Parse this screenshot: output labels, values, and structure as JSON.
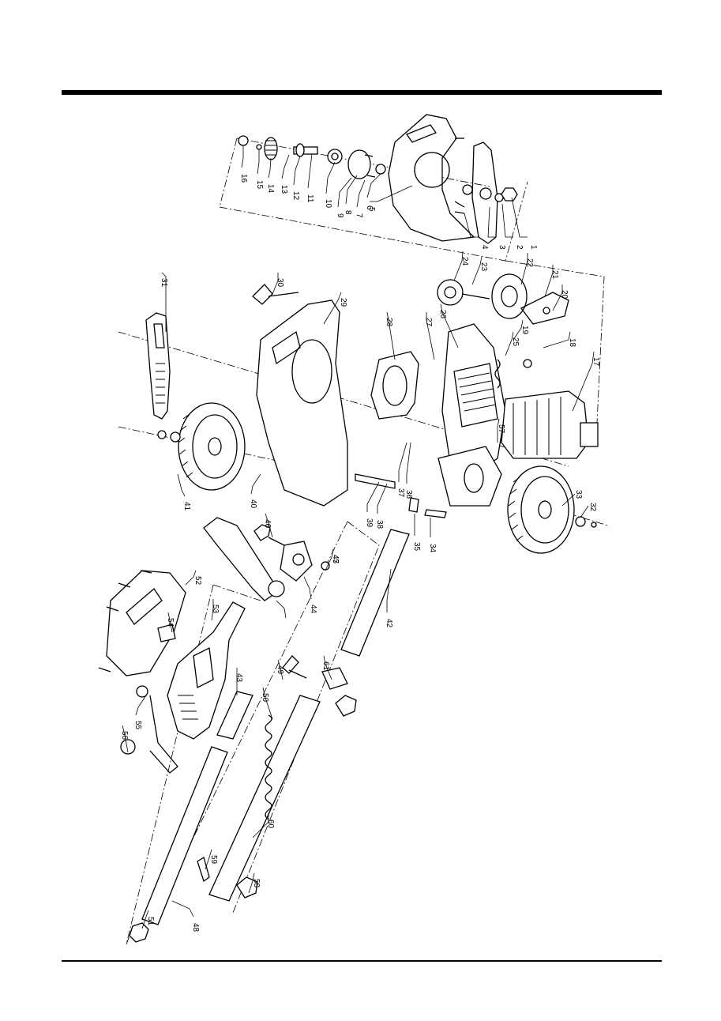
{
  "callouts": [
    {
      "id": "c1",
      "text": "1"
    },
    {
      "id": "c2",
      "text": "2"
    },
    {
      "id": "c3",
      "text": "3"
    },
    {
      "id": "c4",
      "text": "4"
    },
    {
      "id": "c5",
      "text": "5"
    },
    {
      "id": "c6",
      "text": "6"
    },
    {
      "id": "c7",
      "text": "7"
    },
    {
      "id": "c8",
      "text": "8"
    },
    {
      "id": "c9",
      "text": "9"
    },
    {
      "id": "c10",
      "text": "10"
    },
    {
      "id": "c11",
      "text": "11"
    },
    {
      "id": "c12",
      "text": "12"
    },
    {
      "id": "c13",
      "text": "13"
    },
    {
      "id": "c14",
      "text": "14"
    },
    {
      "id": "c15",
      "text": "15"
    },
    {
      "id": "c16",
      "text": "16"
    },
    {
      "id": "c17",
      "text": "17"
    },
    {
      "id": "c18",
      "text": "18"
    },
    {
      "id": "c19",
      "text": "19"
    },
    {
      "id": "c20",
      "text": "20"
    },
    {
      "id": "c21",
      "text": "21"
    },
    {
      "id": "c22",
      "text": "22"
    },
    {
      "id": "c23",
      "text": "23"
    },
    {
      "id": "c24",
      "text": "24"
    },
    {
      "id": "c25",
      "text": "25"
    },
    {
      "id": "c26",
      "text": "26"
    },
    {
      "id": "c27",
      "text": "27"
    },
    {
      "id": "c28",
      "text": "28"
    },
    {
      "id": "c29",
      "text": "29"
    },
    {
      "id": "c30",
      "text": "30"
    },
    {
      "id": "c31",
      "text": "31"
    },
    {
      "id": "c32",
      "text": "32"
    },
    {
      "id": "c33",
      "text": "33"
    },
    {
      "id": "c34",
      "text": "34"
    },
    {
      "id": "c35",
      "text": "35"
    },
    {
      "id": "c36",
      "text": "36"
    },
    {
      "id": "c37",
      "text": "37"
    },
    {
      "id": "c38",
      "text": "38"
    },
    {
      "id": "c39",
      "text": "39"
    },
    {
      "id": "c40",
      "text": "40"
    },
    {
      "id": "c41",
      "text": "41"
    },
    {
      "id": "c42",
      "text": "42"
    },
    {
      "id": "c43",
      "text": "43"
    },
    {
      "id": "c44",
      "text": "44"
    },
    {
      "id": "c45",
      "text": "45"
    },
    {
      "id": "c46",
      "text": "46"
    },
    {
      "id": "c47",
      "text": "47"
    },
    {
      "id": "c48",
      "text": "48"
    },
    {
      "id": "c49",
      "text": "49"
    },
    {
      "id": "c50",
      "text": "50"
    },
    {
      "id": "c51",
      "text": "51"
    },
    {
      "id": "c52",
      "text": "52"
    },
    {
      "id": "c53",
      "text": "53"
    },
    {
      "id": "c54",
      "text": "54"
    },
    {
      "id": "c55",
      "text": "55"
    },
    {
      "id": "c56",
      "text": "56"
    },
    {
      "id": "c57",
      "text": "57"
    },
    {
      "id": "c58",
      "text": "58"
    },
    {
      "id": "c59",
      "text": "59"
    },
    {
      "id": "c60",
      "text": "60"
    },
    {
      "id": "c61",
      "text": "61"
    }
  ]
}
